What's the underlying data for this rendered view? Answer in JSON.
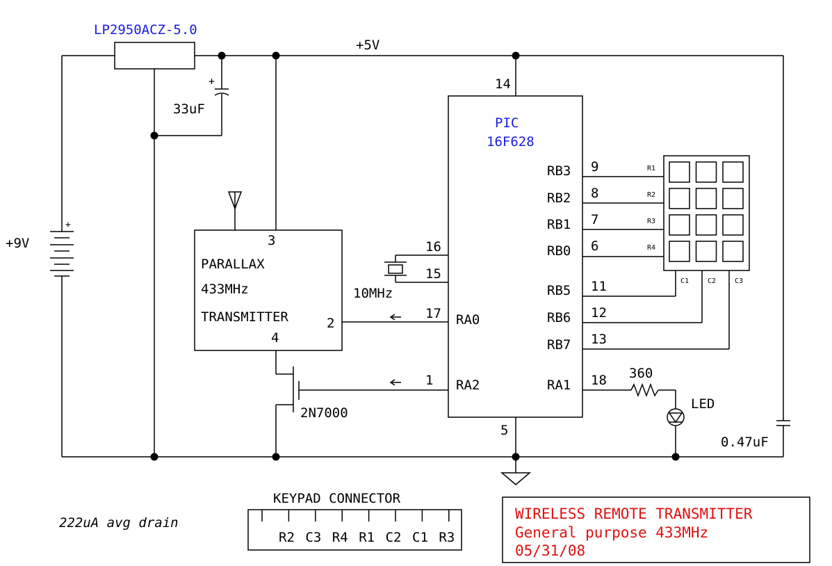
{
  "regulator": {
    "part": "LP2950ACZ-5.0"
  },
  "supply": {
    "rail_label": "+5V",
    "battery_label": "+9V",
    "battery_plus": "+"
  },
  "capacitors": {
    "c_bulk": "33uF",
    "c_bulk_plus": "+",
    "c_bypass": "0.47uF"
  },
  "crystal": {
    "label": "10MHz"
  },
  "mcu": {
    "name_line1": "PIC",
    "name_line2": "16F628",
    "pins": {
      "vdd": "14",
      "vss": "5",
      "osc1": "16",
      "osc2": "15",
      "ra0": "17",
      "ra2": "1",
      "ra1": "18",
      "rb3": "9",
      "rb2": "8",
      "rb1": "7",
      "rb0": "6",
      "rb5": "11",
      "rb6": "12",
      "rb7": "13"
    },
    "pin_names": {
      "rb3": "RB3",
      "rb2": "RB2",
      "rb1": "RB1",
      "rb0": "RB0",
      "rb5": "RB5",
      "rb6": "RB6",
      "rb7": "RB7",
      "ra0": "RA0",
      "ra2": "RA2",
      "ra1": "RA1"
    }
  },
  "transmitter": {
    "line1": "PARALLAX",
    "line2": "433MHz",
    "line3": "TRANSMITTER",
    "pin_vcc": "3",
    "pin_data": "2",
    "pin_gnd": "4"
  },
  "mosfet": {
    "part": "2N7000"
  },
  "resistor": {
    "value": "360"
  },
  "led": {
    "label": "LED"
  },
  "keypad": {
    "rows": [
      "R1",
      "R2",
      "R3",
      "R4"
    ],
    "cols": [
      "C1",
      "C2",
      "C3"
    ]
  },
  "connector": {
    "title": "KEYPAD CONNECTOR",
    "pins": [
      "R2",
      "C3",
      "R4",
      "R1",
      "C2",
      "C1",
      "R3"
    ]
  },
  "notes": {
    "drain": "222uA avg drain"
  },
  "title_block": {
    "line1": "WIRELESS REMOTE TRANSMITTER",
    "line2": "General purpose 433MHz",
    "line3": "05/31/08"
  }
}
